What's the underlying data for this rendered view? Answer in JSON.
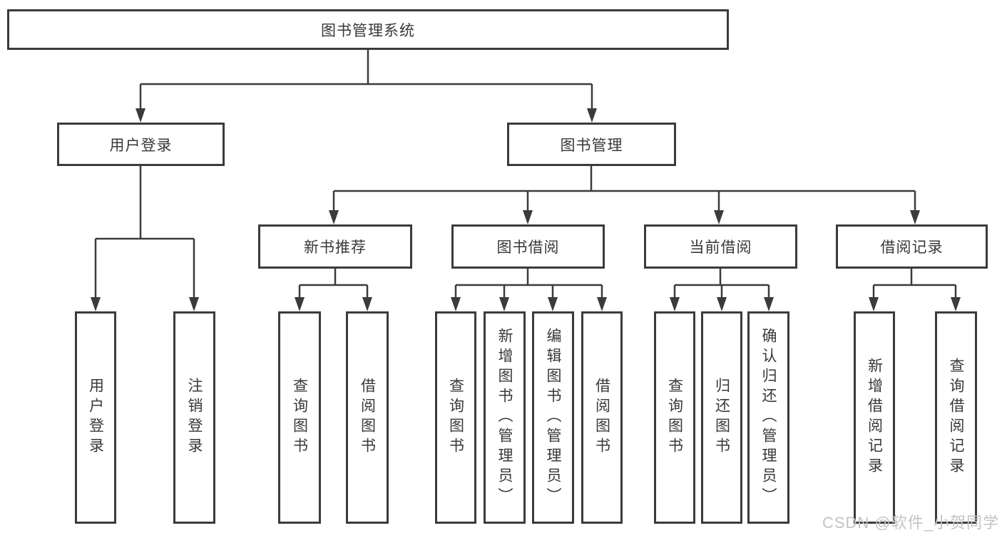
{
  "diagram_type": "hierarchy-tree",
  "watermark": "CSDN @软件_小贺同学",
  "colors": {
    "line": "#3b3b3b",
    "box_border": "#3b3b3b",
    "text": "#383838",
    "background": "#ffffff",
    "watermark": "#c3c3c3"
  },
  "tree": {
    "root": {
      "label": "图书管理系统",
      "children": [
        {
          "label": "用户登录",
          "children": [
            {
              "label": "用户登录"
            },
            {
              "label": "注销登录"
            }
          ]
        },
        {
          "label": "图书管理",
          "children": [
            {
              "label": "新书推荐",
              "children": [
                {
                  "label": "查询图书"
                },
                {
                  "label": "借阅图书"
                }
              ]
            },
            {
              "label": "图书借阅",
              "children": [
                {
                  "label": "查询图书"
                },
                {
                  "label": "新增图书（管理员）"
                },
                {
                  "label": "编辑图书（管理员）"
                },
                {
                  "label": "借阅图书"
                }
              ]
            },
            {
              "label": "当前借阅",
              "children": [
                {
                  "label": "查询图书"
                },
                {
                  "label": "归还图书"
                },
                {
                  "label": "确认归还（管理员）"
                }
              ]
            },
            {
              "label": "借阅记录",
              "children": [
                {
                  "label": "新增借阅记录"
                },
                {
                  "label": "查询借阅记录"
                }
              ]
            }
          ]
        }
      ]
    }
  }
}
